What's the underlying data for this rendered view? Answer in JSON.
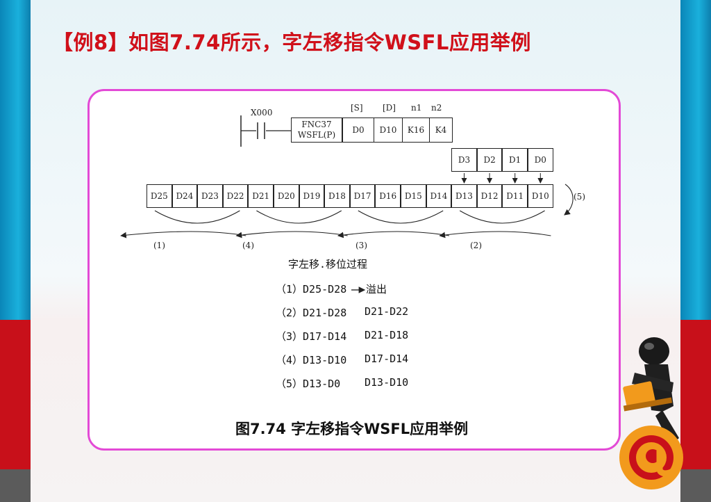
{
  "slide": {
    "title": "【例8】如图7.74所示，字左移指令WSFL应用举例"
  },
  "figure": {
    "contact_label": "X000",
    "instruction": {
      "line1": "FNC37",
      "line2": "WSFL(P)"
    },
    "operand_headers": [
      "[S]",
      "[D]",
      "n1",
      "n2"
    ],
    "operands": [
      "D0",
      "D10",
      "K16",
      "K4"
    ],
    "source_registers": [
      "D3",
      "D2",
      "D1",
      "D0"
    ],
    "dest_registers": [
      "D25",
      "D24",
      "D23",
      "D22",
      "D21",
      "D20",
      "D19",
      "D18",
      "D17",
      "D16",
      "D15",
      "D14",
      "D13",
      "D12",
      "D11",
      "D10"
    ],
    "step_labels": {
      "s1": "(1)",
      "s4": "(4)",
      "s3": "(3)",
      "s2": "(2)",
      "s5": "(5)"
    },
    "process_title": "字左移.移位过程",
    "steps": [
      {
        "label": "（1）D25-D28",
        "result": "溢出"
      },
      {
        "label": "（2）D21-D28",
        "result": "D21-D22"
      },
      {
        "label": "（3）D17-D14",
        "result": "D21-D18"
      },
      {
        "label": "（4）D13-D10",
        "result": "D17-D14"
      },
      {
        "label": "（5）D13-D0",
        "result": "D13-D10"
      }
    ],
    "caption": "图7.74   字左移指令WSFL应用举例"
  },
  "colors": {
    "title_red": "#d0101a",
    "frame_border": "#e34ad6",
    "side_blue": "#1ab0dc",
    "side_red": "#c8101a",
    "mascot_orange": "#f29a1c"
  },
  "icons": {
    "mascot": "person-at-laptop-with-at-sign-icon"
  }
}
